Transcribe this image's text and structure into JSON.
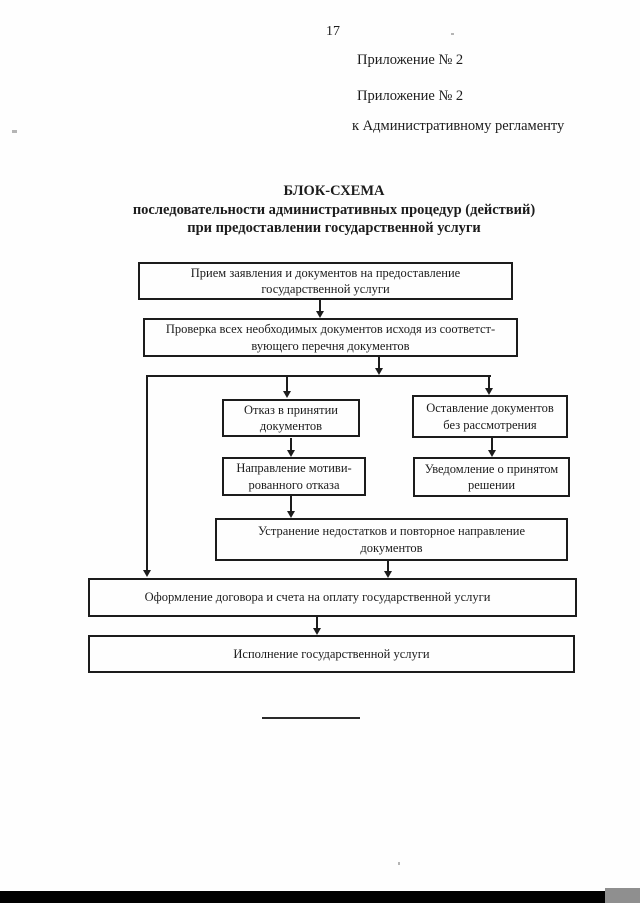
{
  "page_number": "17",
  "header": {
    "lines": [
      "Приложение № 2",
      "Приложение № 2",
      "к Административному регламенту"
    ]
  },
  "title": {
    "lines": [
      "БЛОК-СХЕМА",
      "последовательности административных процедур (действий)",
      "при предоставлении государственной услуги"
    ]
  },
  "flowchart": {
    "boxes": {
      "priem": {
        "lines": [
          "Прием заявления и документов на предоставление",
          "государственной услуги"
        ]
      },
      "proverka": {
        "lines": [
          "Проверка всех необходимых документов исходя из соответст-",
          "вующего перечня документов"
        ]
      },
      "otkaz": {
        "lines": [
          "Отказ в принятии",
          "документов"
        ]
      },
      "ostavlenie": {
        "lines": [
          "Оставление документов",
          "без рассмотрения"
        ]
      },
      "napravlenie": {
        "lines": [
          "Направление мотиви-",
          "рованного отказа"
        ]
      },
      "uvedomlenie": {
        "lines": [
          "Уведомление о принятом",
          "решении"
        ]
      },
      "ustranenie": {
        "lines": [
          "Устранение недостатков и повторное направление",
          "документов"
        ]
      },
      "oformlenie": {
        "lines": [
          "Оформление договора и счета на оплату государственной услуги"
        ]
      },
      "ispolnenie": {
        "lines": [
          "Исполнение государственной услуги"
        ]
      }
    }
  },
  "colors": {
    "ink": "#1c1c1c",
    "paper": "#fefefe",
    "bar": "#000000",
    "bar-corner": "#8f8f8f"
  }
}
